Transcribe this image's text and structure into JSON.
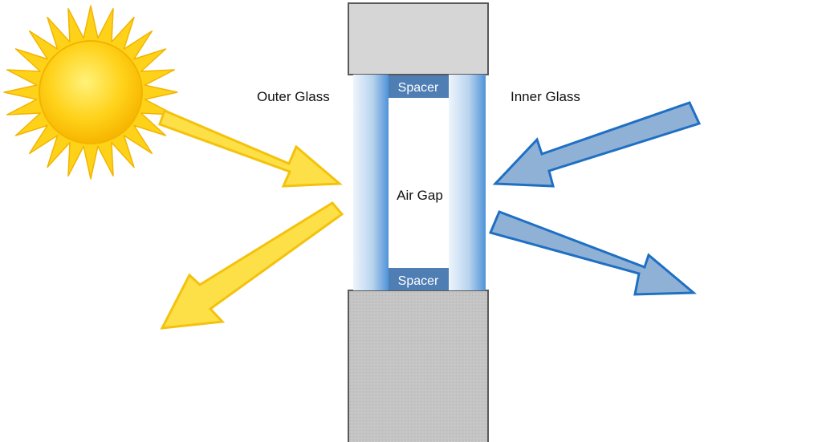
{
  "labels": {
    "outer_glass": "Outer Glass",
    "inner_glass": "Inner Glass",
    "air_gap": "Air Gap",
    "spacer_top": "Spacer",
    "spacer_bottom": "Spacer"
  },
  "colors": {
    "sun_arrow_fill": "#fde047",
    "sun_arrow_stroke": "#f4c20d",
    "heat_arrow_fill": "#8fb1d6",
    "heat_arrow_stroke": "#1f6fc3",
    "spacer": "#4e7eb3",
    "frame_top": "#d6d6d6",
    "frame_bottom": "#c4c4c4",
    "glass_edge": "#4f93d8",
    "glass_light": "#eef5fc"
  }
}
